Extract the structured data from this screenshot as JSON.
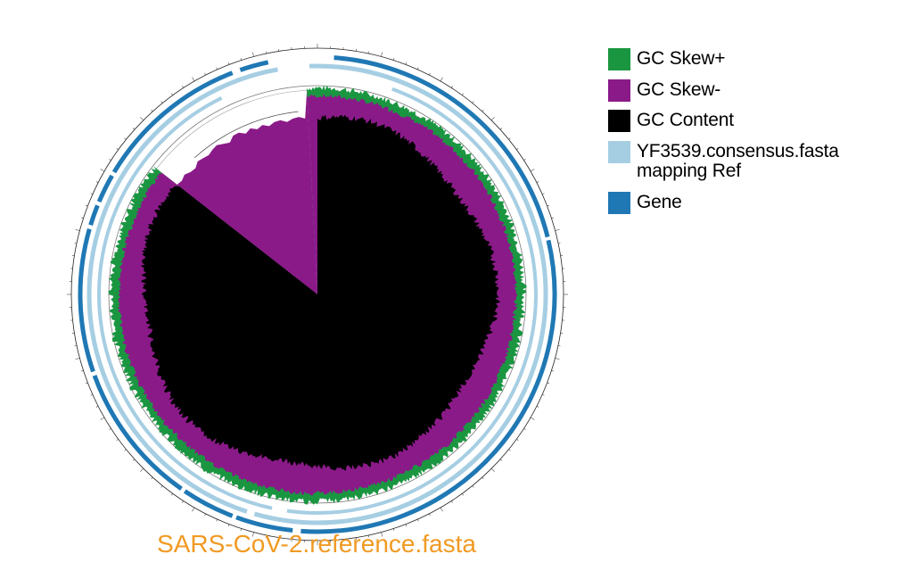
{
  "map": {
    "title": "SARS-CoV-2.reference.fasta",
    "title_color": "#f09a23"
  },
  "legend": {
    "items": [
      {
        "key": "gc_skew_pos",
        "label": "GC Skew+",
        "color": "#1a9641"
      },
      {
        "key": "gc_skew_neg",
        "label": "GC Skew-",
        "color": "#8b1a89"
      },
      {
        "key": "gc_content",
        "label": "GC Content",
        "color": "#000000"
      },
      {
        "key": "mapping",
        "label": "YF3539.consensus.fasta\nmapping Ref",
        "color": "#a6cee3"
      },
      {
        "key": "gene",
        "label": "Gene",
        "color": "#1f78b4"
      }
    ]
  }
}
